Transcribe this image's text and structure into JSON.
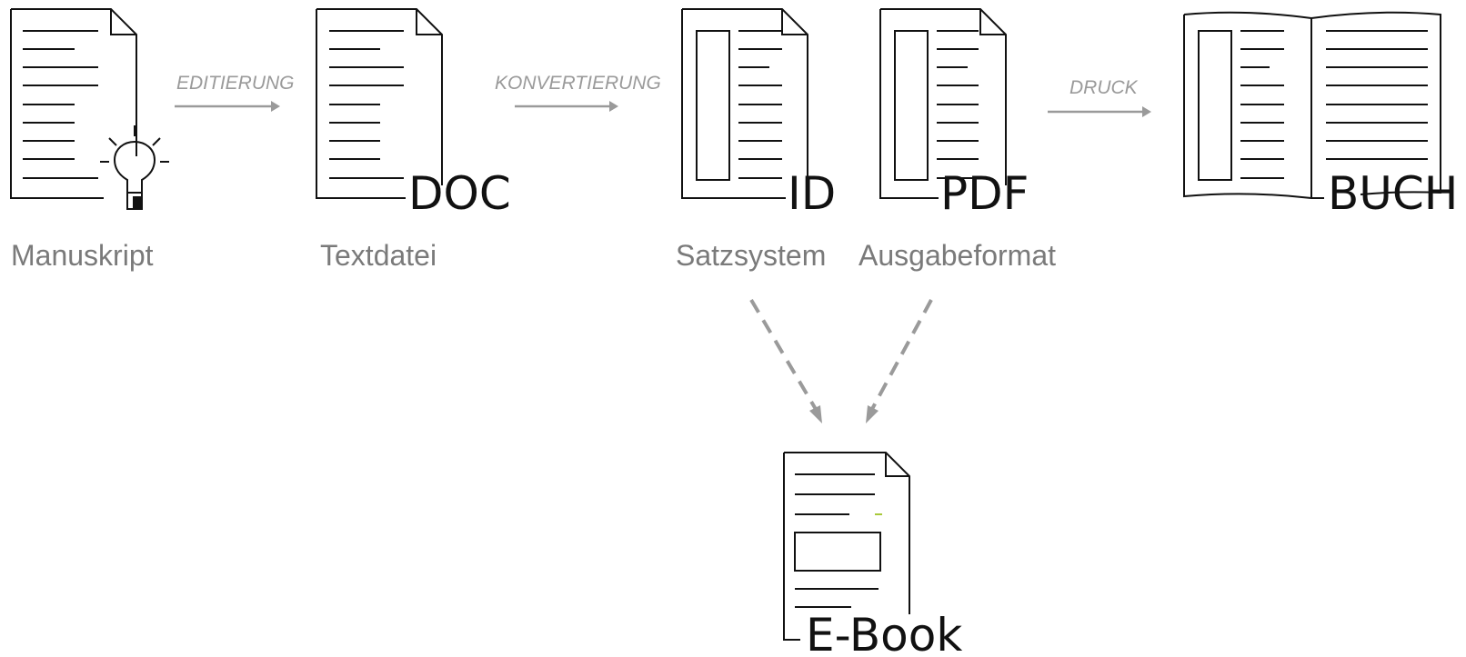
{
  "nodes": {
    "manuskript": {
      "caption": "Manuskript"
    },
    "textdatei": {
      "tag": "DOC",
      "caption": "Textdatei"
    },
    "satzsystem": {
      "tag": "ID",
      "caption": "Satzsystem"
    },
    "ausgabeformat": {
      "tag": "PDF",
      "caption": "Ausgabeformat"
    },
    "buch": {
      "tag": "BUCH"
    },
    "ebook": {
      "tag": "E-Book"
    }
  },
  "steps": {
    "editierung": "EDITIERUNG",
    "konvertierung": "KONVERTIERUNG",
    "druck": "DRUCK"
  },
  "icons": [
    "lightbulb-icon"
  ],
  "colors": {
    "ink": "#111111",
    "caption": "#7a7a7a",
    "arrow": "#9a9a9a",
    "accent": "#a8c93a"
  }
}
